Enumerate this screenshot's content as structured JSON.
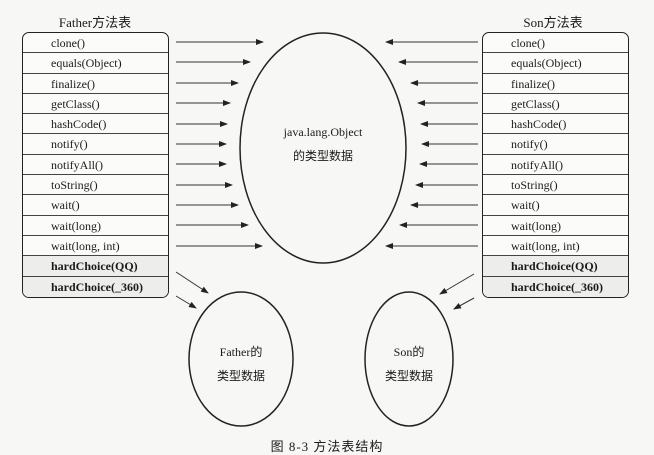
{
  "father_table": {
    "title": "Father方法表",
    "methods": [
      {
        "label": "clone()",
        "bold": false
      },
      {
        "label": "equals(Object)",
        "bold": false
      },
      {
        "label": "finalize()",
        "bold": false
      },
      {
        "label": "getClass()",
        "bold": false
      },
      {
        "label": "hashCode()",
        "bold": false
      },
      {
        "label": "notify()",
        "bold": false
      },
      {
        "label": "notifyAll()",
        "bold": false
      },
      {
        "label": "toString()",
        "bold": false
      },
      {
        "label": "wait()",
        "bold": false
      },
      {
        "label": "wait(long)",
        "bold": false
      },
      {
        "label": "wait(long, int)",
        "bold": false
      },
      {
        "label": "hardChoice(QQ)",
        "bold": true
      },
      {
        "label": "hardChoice(_360)",
        "bold": true
      }
    ]
  },
  "son_table": {
    "title": "Son方法表",
    "methods": [
      {
        "label": "clone()",
        "bold": false
      },
      {
        "label": "equals(Object)",
        "bold": false
      },
      {
        "label": "finalize()",
        "bold": false
      },
      {
        "label": "getClass()",
        "bold": false
      },
      {
        "label": "hashCode()",
        "bold": false
      },
      {
        "label": "notify()",
        "bold": false
      },
      {
        "label": "notifyAll()",
        "bold": false
      },
      {
        "label": "toString()",
        "bold": false
      },
      {
        "label": "wait()",
        "bold": false
      },
      {
        "label": "wait(long)",
        "bold": false
      },
      {
        "label": "wait(long, int)",
        "bold": false
      },
      {
        "label": "hardChoice(QQ)",
        "bold": true
      },
      {
        "label": "hardChoice(_360)",
        "bold": true
      }
    ]
  },
  "object_type": {
    "line1": "java.lang.Object",
    "line2": "的类型数据"
  },
  "father_type": {
    "line1": "Father的",
    "line2": "类型数据"
  },
  "son_type": {
    "line1": "Son的",
    "line2": "类型数据"
  },
  "caption": "图 8-3   方法表结构"
}
